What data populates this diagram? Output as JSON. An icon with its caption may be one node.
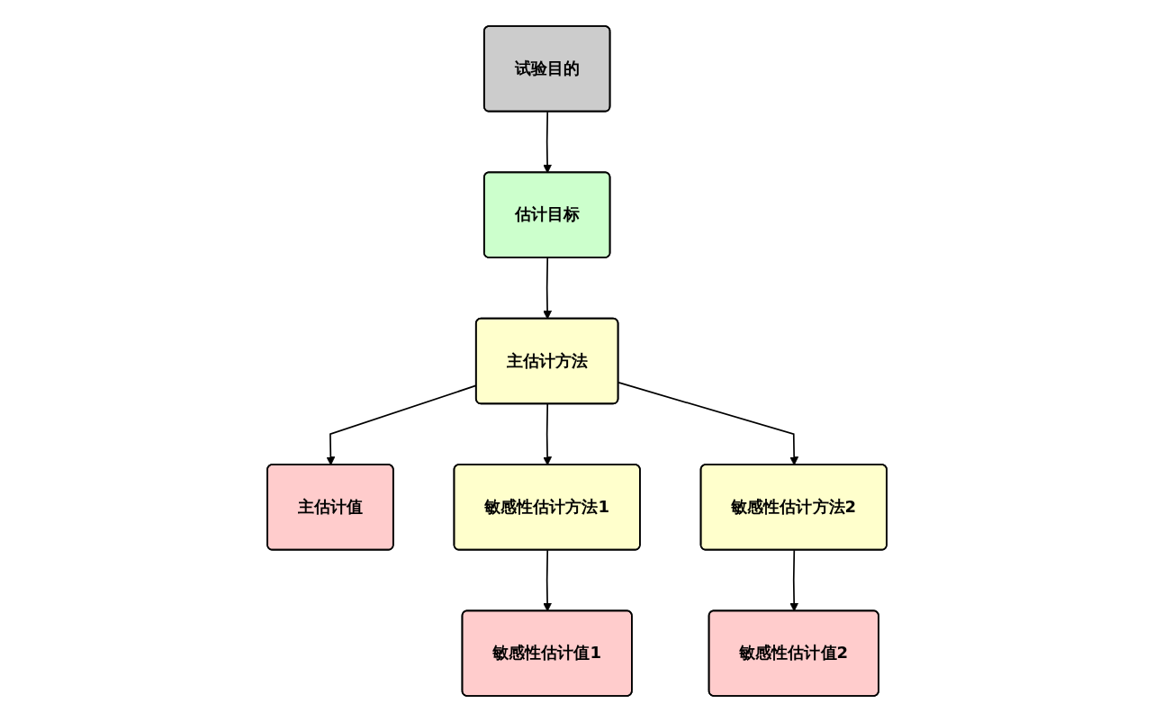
{
  "diagram": {
    "nodes": [
      {
        "text": [
          "试验目的"
        ]
      },
      {
        "text": [
          "估计目标"
        ]
      },
      {
        "text": [
          "主估计方法"
        ]
      },
      {
        "text": [
          "主估计值"
        ]
      },
      {
        "text": [
          "敏感性估计方法1"
        ]
      },
      {
        "text": [
          "敏感性估计值1"
        ]
      },
      {
        "text": [
          "敏感性估计方法2"
        ]
      },
      {
        "text": [
          "敏感性估计值2"
        ]
      }
    ],
    "edges": [
      {
        "from": 0,
        "to": 1,
        "arrow": "to"
      },
      {
        "from": 1,
        "to": 2,
        "arrow": "to"
      },
      {
        "from": 2,
        "to": 3,
        "arrow": "to"
      },
      {
        "from": 2,
        "to": 4,
        "arrow": "to"
      },
      {
        "from": 2,
        "to": 6,
        "arrow": "to"
      },
      {
        "from": 4,
        "to": 5,
        "arrow": "to"
      },
      {
        "from": 6,
        "to": 7,
        "arrow": "to"
      }
    ]
  }
}
